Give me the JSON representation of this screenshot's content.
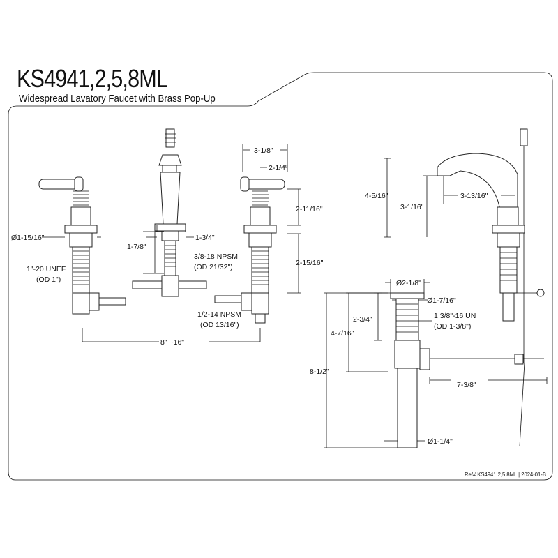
{
  "header": {
    "title": "KS4941,2,5,8ML",
    "subtitle": "Widespread Lavatory Faucet with Brass Pop-Up"
  },
  "footer": {
    "ref": "Ref# KS4941,2,5,8ML | 2024-01-B"
  },
  "dimensions": {
    "handle_width": "3-1/8\"",
    "handle_lever": "2-1/4\"",
    "handle_height": "2-11/16\"",
    "shank_length": "2-15/16\"",
    "spout_base": "1-3/4\"",
    "spout_shank": "1-7/8\"",
    "spout_thread": "3/8-18 NPSM",
    "spout_thread_od": "(OD 21/32\")",
    "base_diameter": "Ø1-15/16\"",
    "valve_thread": "1\"-20 UNEF",
    "valve_thread_od": "(OD 1\")",
    "inlet_thread": "1/2-14 NPSM",
    "inlet_thread_od": "(OD 13/16\")",
    "spread": "8\" ~16\"",
    "spout_height": "4-5/16\"",
    "spout_outlet_height": "3-1/16\"",
    "spout_reach": "3-13/16\"",
    "drain_flange": "Ø2-1/8\"",
    "drain_body": "Ø1-7/16\"",
    "drain_upper": "2-3/4\"",
    "drain_thread": "1 3/8\"-16 UN",
    "drain_thread_od": "(OD 1-3/8\")",
    "drain_to_rod": "4-7/16\"",
    "drain_total": "8-1/2\"",
    "pivot_rod": "7-3/8\"",
    "tailpiece": "Ø1-1/4\""
  }
}
